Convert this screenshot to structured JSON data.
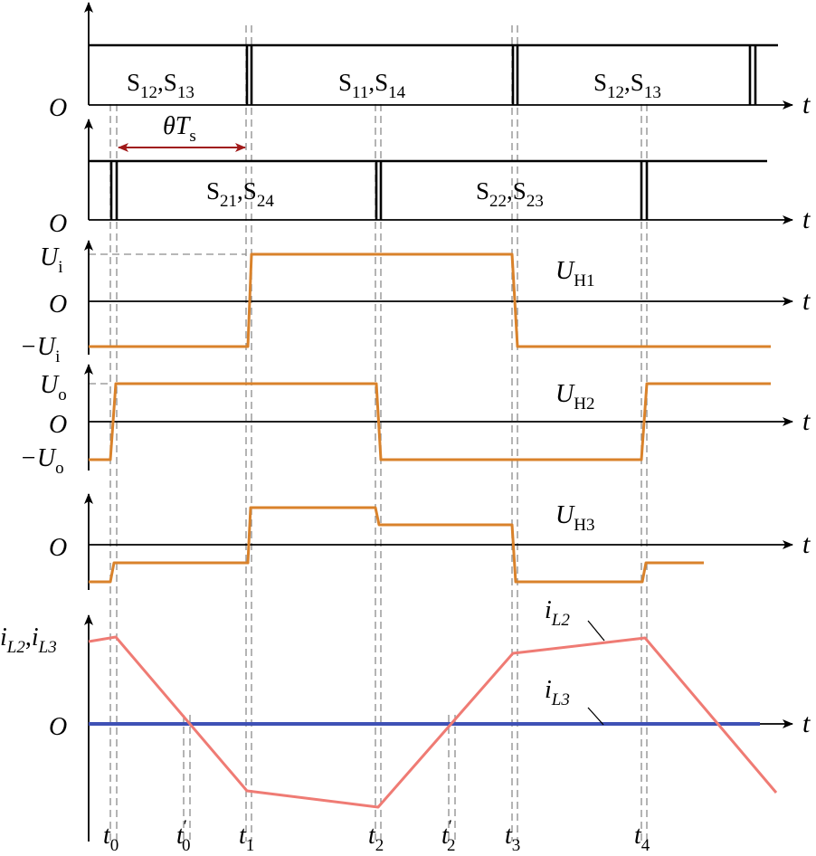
{
  "colors": {
    "axis": "#000000",
    "gate": "#000000",
    "voltage": "#d9822b",
    "current_L2": "#ef7b74",
    "current_L3": "#3f51b5",
    "phase_arrow": "#a01818",
    "guide": "#8c8c8c"
  },
  "origin_label": "O",
  "t_axis_label": "t",
  "phase_shift": {
    "theta": "θT",
    "sub": "s"
  },
  "panel1": {
    "labels": [
      {
        "base": "S",
        "a": "12",
        "b": "13"
      },
      {
        "base": "S",
        "a": "11",
        "b": "14"
      },
      {
        "base": "S",
        "a": "12",
        "b": "13"
      }
    ]
  },
  "panel2": {
    "labels": [
      {
        "base": "S",
        "a": "21",
        "b": "24"
      },
      {
        "base": "S",
        "a": "22",
        "b": "23"
      }
    ]
  },
  "panel3": {
    "name": "U",
    "name_sub": "H1",
    "pos": "U",
    "pos_sub": "i",
    "neg": "−U",
    "neg_sub": "i"
  },
  "panel4": {
    "name": "U",
    "name_sub": "H2",
    "pos": "U",
    "pos_sub": "o",
    "neg": "−U",
    "neg_sub": "o"
  },
  "panel5": {
    "name": "U",
    "name_sub": "H3"
  },
  "panel6": {
    "ylabel_a": "i",
    "ylabel_a_sub": "L2",
    "ylabel_sep": ",",
    "ylabel_b": "i",
    "ylabel_b_sub": "L3",
    "curve_L2": "i",
    "curve_L2_sub": "L2",
    "curve_L3": "i",
    "curve_L3_sub": "L3"
  },
  "time_markers": [
    {
      "base": "t",
      "sub": "0",
      "prime": ""
    },
    {
      "base": "t",
      "sub": "0",
      "prime": "′"
    },
    {
      "base": "t",
      "sub": "1",
      "prime": ""
    },
    {
      "base": "t",
      "sub": "2",
      "prime": ""
    },
    {
      "base": "t",
      "sub": "2",
      "prime": "′"
    },
    {
      "base": "t",
      "sub": "3",
      "prime": ""
    },
    {
      "base": "t",
      "sub": "4",
      "prime": ""
    }
  ]
}
